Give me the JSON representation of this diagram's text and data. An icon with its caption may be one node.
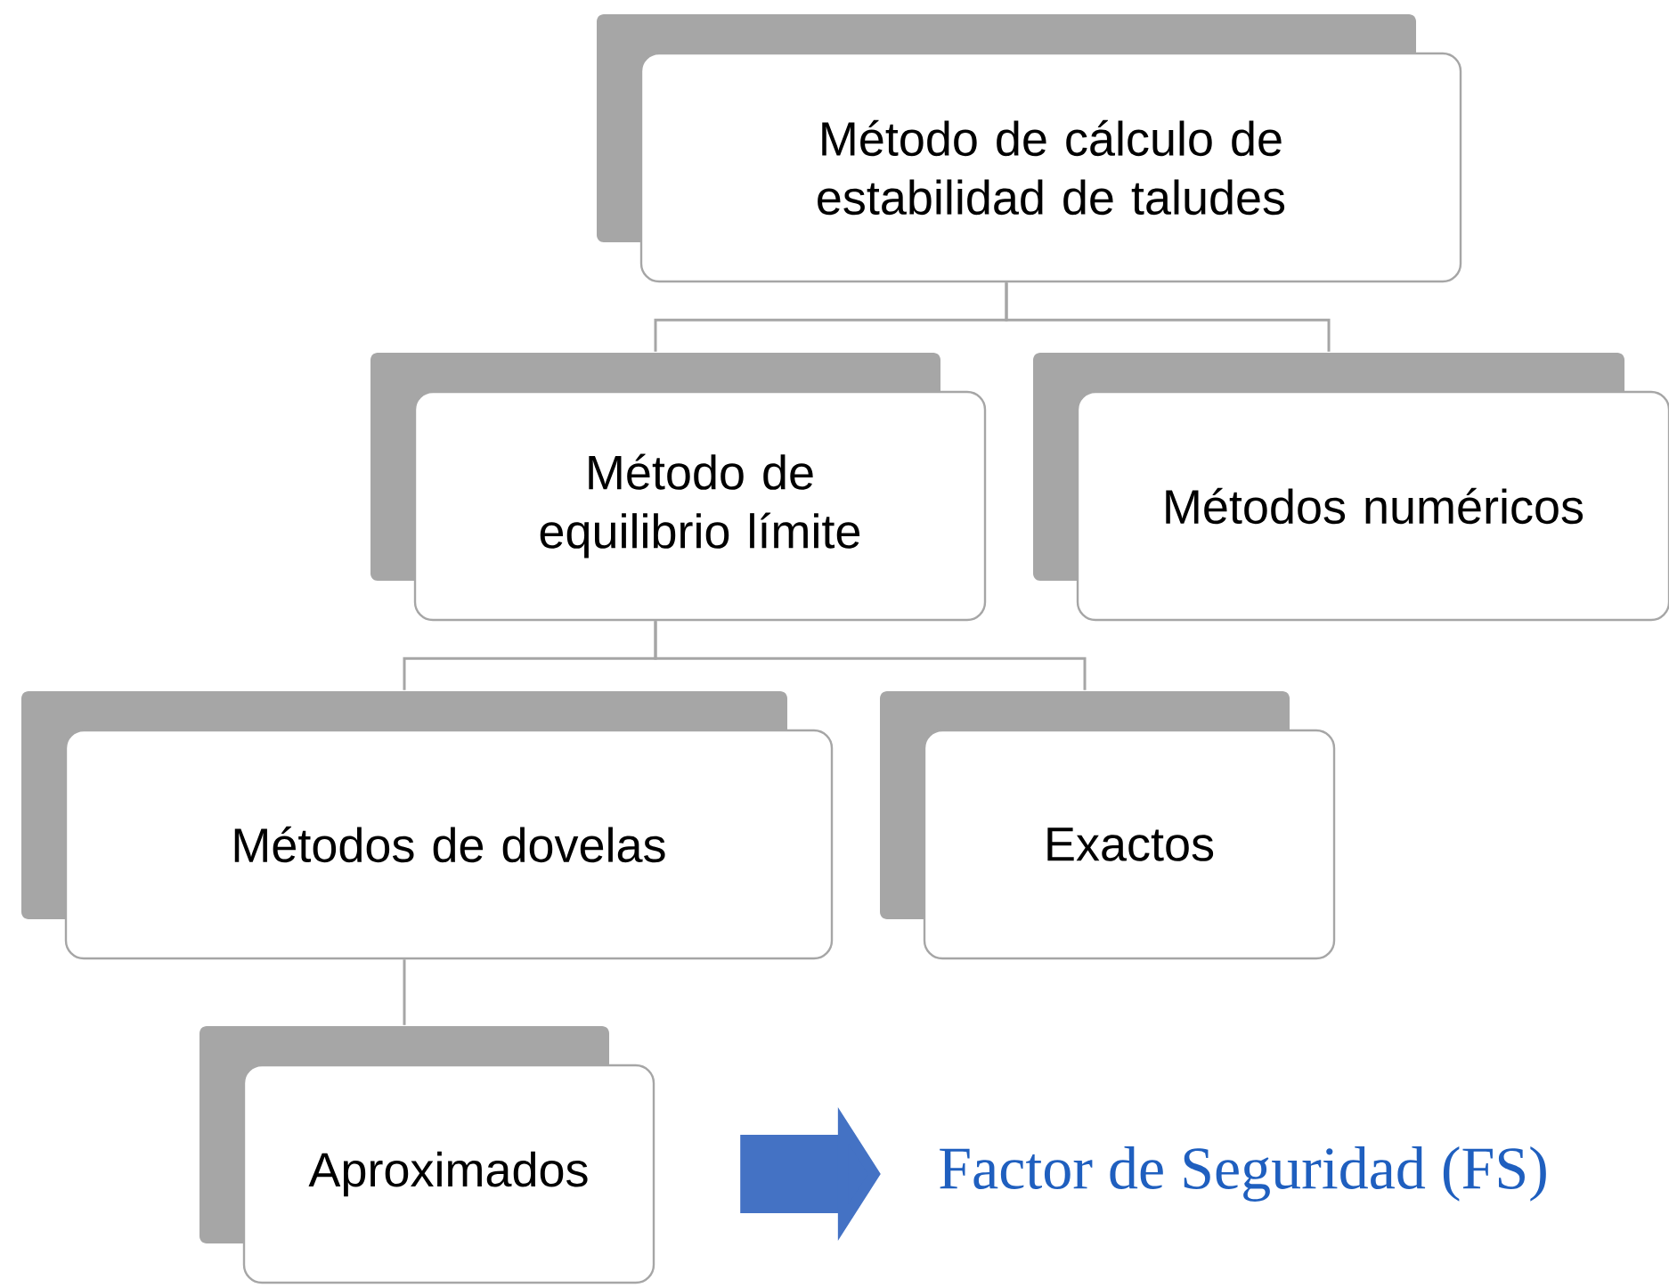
{
  "diagram": {
    "nodes": [
      {
        "text": [
          "Método de cálculo de estabilidad de taludes"
        ]
      },
      {
        "text": [
          "Método de equilibrio límite"
        ]
      },
      {
        "text": [
          "Métodos numéricos"
        ]
      },
      {
        "text": [
          "Métodos de dovelas"
        ]
      },
      {
        "text": [
          "Exactos"
        ]
      },
      {
        "text": [
          "Aproximados"
        ]
      },
      {
        "text": [
          "Factor de Seguridad (FS)"
        ]
      }
    ],
    "edges": [
      {
        "from": 0,
        "to": 1,
        "arrow": "none"
      },
      {
        "from": 0,
        "to": 2,
        "arrow": "none"
      },
      {
        "from": 1,
        "to": 3,
        "arrow": "none"
      },
      {
        "from": 1,
        "to": 4,
        "arrow": "none"
      },
      {
        "from": 3,
        "to": 5,
        "arrow": "none"
      },
      {
        "from": 5,
        "to": 6,
        "arrow": "to",
        "style": "thick",
        "color": "#4472c4"
      }
    ]
  }
}
